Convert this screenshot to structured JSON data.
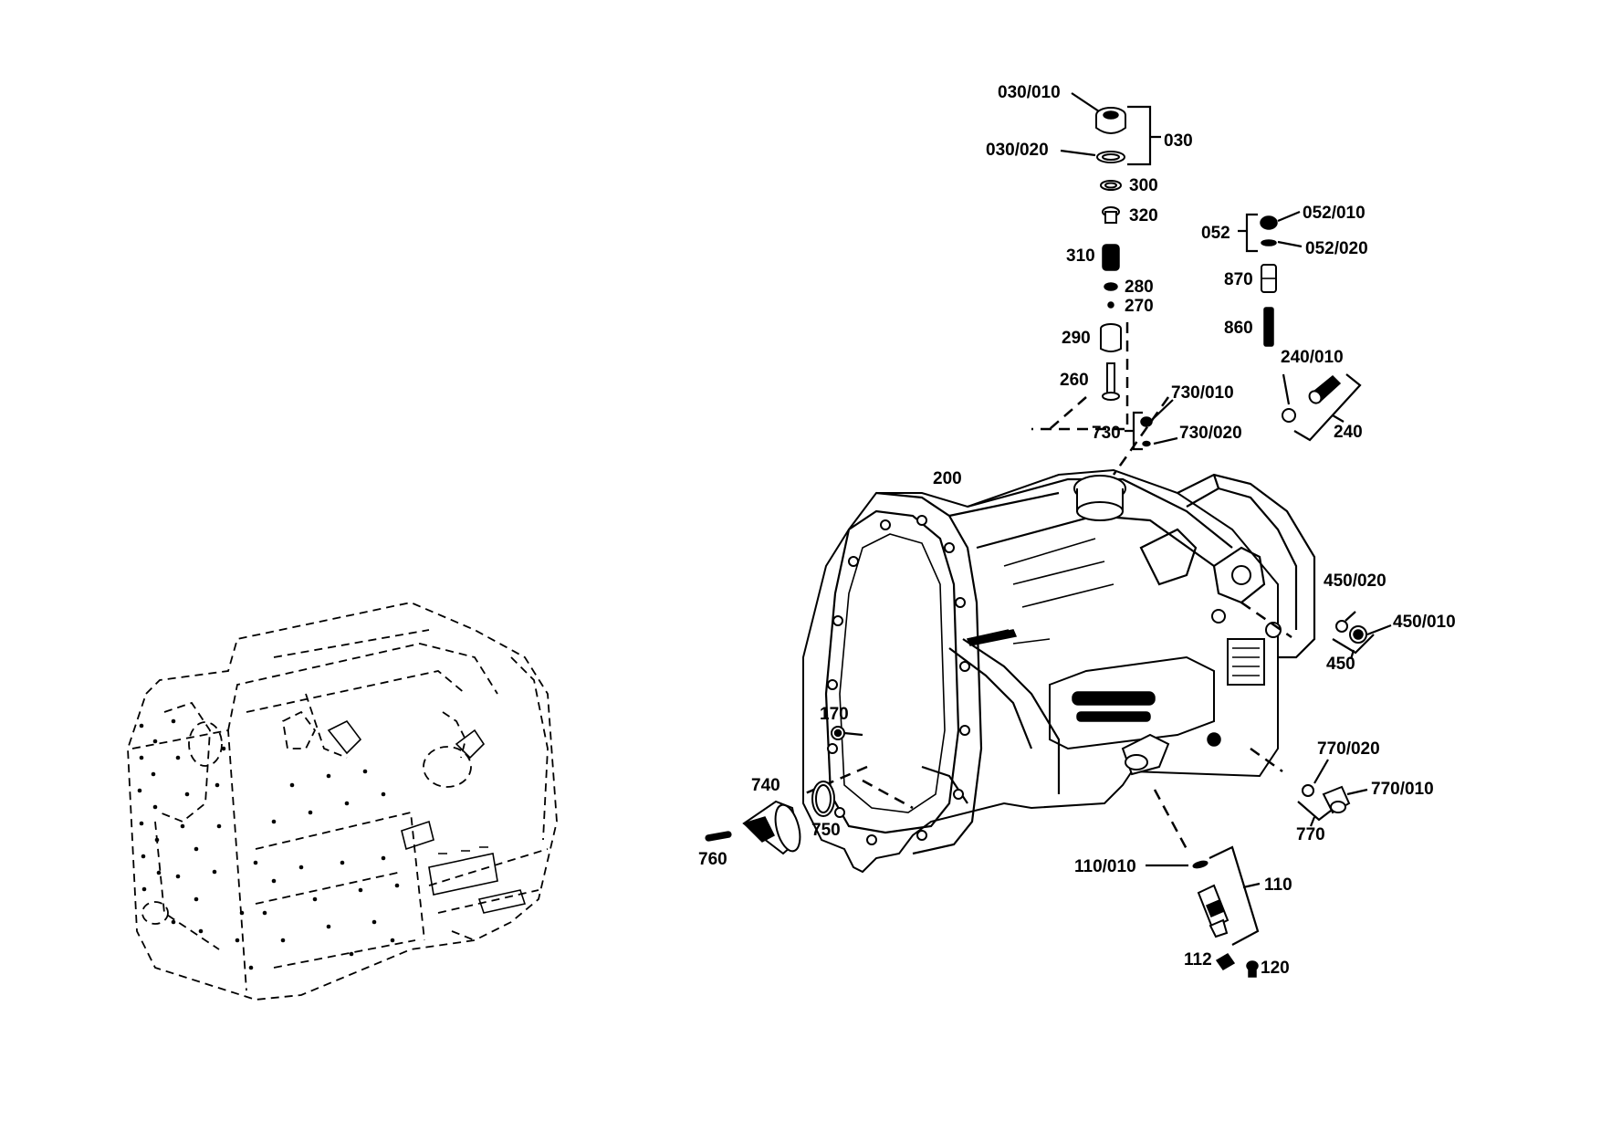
{
  "diagram": {
    "labels": {
      "l030_010": "030/010",
      "l030_020": "030/020",
      "l030": "030",
      "l300": "300",
      "l320": "320",
      "l310": "310",
      "l280": "280",
      "l270": "270",
      "l290": "290",
      "l260": "260",
      "l052": "052",
      "l052_010": "052/010",
      "l052_020": "052/020",
      "l870": "870",
      "l860": "860",
      "l240_010": "240/010",
      "l240": "240",
      "l730_010": "730/010",
      "l730": "730",
      "l730_020": "730/020",
      "l200": "200",
      "l450_020": "450/020",
      "l450_010": "450/010",
      "l450": "450",
      "l170": "170",
      "l740": "740",
      "l750": "750",
      "l760": "760",
      "l770_020": "770/020",
      "l770_010": "770/010",
      "l770": "770",
      "l110_010": "110/010",
      "l110": "110",
      "l112": "112",
      "l120": "120"
    }
  }
}
